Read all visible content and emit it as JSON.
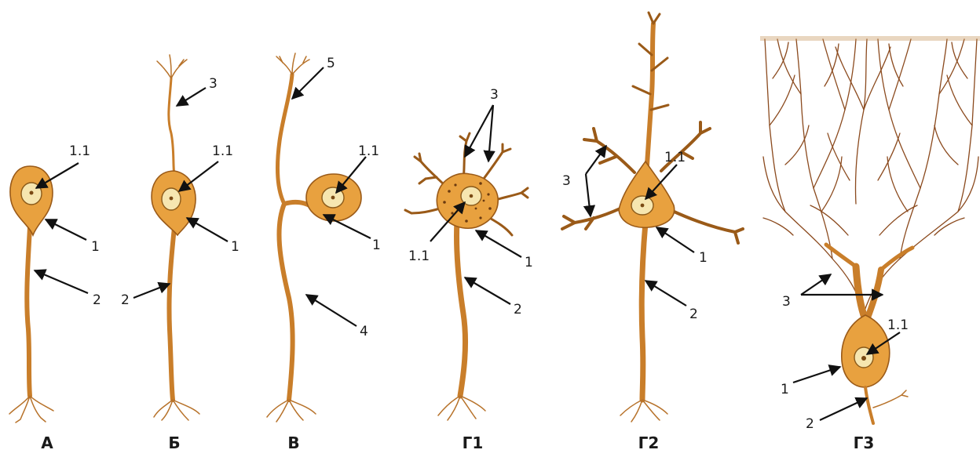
{
  "neurons": [
    {
      "id": "A",
      "caption": "А",
      "labels": [
        "1.1",
        "1",
        "2"
      ]
    },
    {
      "id": "B",
      "caption": "Б",
      "labels": [
        "3",
        "1.1",
        "1",
        "2"
      ]
    },
    {
      "id": "V",
      "caption": "В",
      "labels": [
        "5",
        "1.1",
        "1",
        "4"
      ]
    },
    {
      "id": "G1",
      "caption": "Г1",
      "labels": [
        "3",
        "1.1",
        "1",
        "2"
      ]
    },
    {
      "id": "G2",
      "caption": "Г2",
      "labels": [
        "1.1",
        "3",
        "1",
        "2"
      ]
    },
    {
      "id": "G3",
      "caption": "Г3",
      "labels": [
        "3",
        "1.1",
        "1",
        "2"
      ]
    }
  ]
}
